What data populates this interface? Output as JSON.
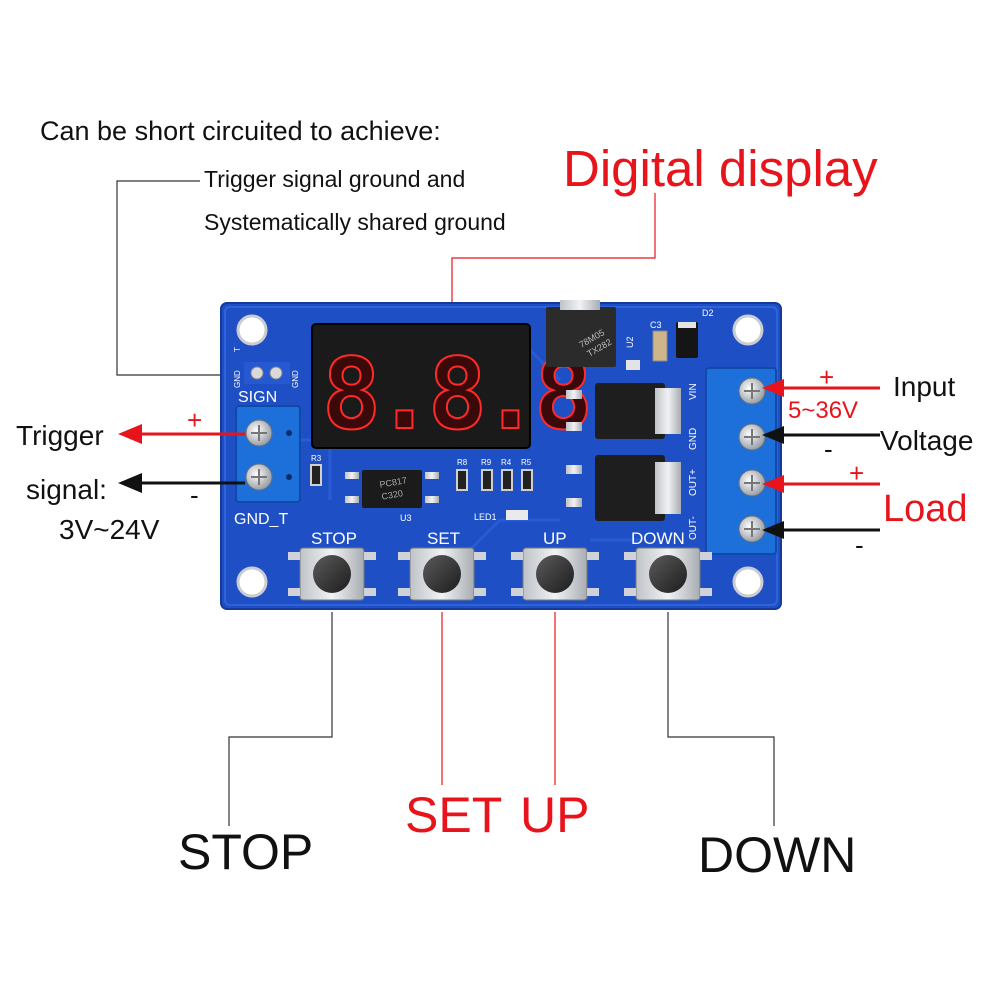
{
  "annotations": {
    "short_circuit_header": "Can be short circuited to achieve:",
    "short_circuit_line1": "Trigger signal ground and",
    "short_circuit_line2": "Systematically shared ground",
    "digital_display": "Digital display",
    "trigger": "Trigger",
    "signal": "signal:",
    "signal_range": "3V~24V",
    "input": "Input",
    "voltage": "Voltage",
    "voltage_range": "5~36V",
    "load": "Load",
    "stop": "STOP",
    "set": "SET",
    "up": "UP",
    "down": "DOWN"
  },
  "signs": {
    "trigger_plus": "+",
    "trigger_minus": "-",
    "input_plus": "+",
    "input_minus": "-",
    "load_plus": "+",
    "load_minus": "-"
  },
  "pcb": {
    "gnd_t_pad": "T",
    "gnd_left": "GND",
    "gnd_right": "GND",
    "sign_label": "SIGN",
    "gnd_t_label": "GND_T",
    "display_digits": "8.8.8.",
    "btn_stop": "STOP",
    "btn_set": "SET",
    "btn_up": "UP",
    "btn_down": "DOWN",
    "regulator": "78M05",
    "regulator_code": "TX282",
    "u2": "U2",
    "c3": "C3",
    "d2": "D2",
    "optocoupler": "PC817",
    "optocoupler_code": "C320",
    "u3": "U3",
    "led1": "LED1",
    "r3": "R3",
    "r8": "R8",
    "r9": "R9",
    "r4": "R4",
    "r5": "R5",
    "terminal_vin": "VIN",
    "terminal_gnd": "GND",
    "terminal_out_plus": "OUT+",
    "terminal_out_minus": "OUT-"
  },
  "colors": {
    "pcb_blue": "#1f4fc4",
    "terminal_blue": "#1d6fd9",
    "annotation_red": "#e8141b",
    "annotation_black": "#111111",
    "display_red": "#ff2a2a"
  }
}
